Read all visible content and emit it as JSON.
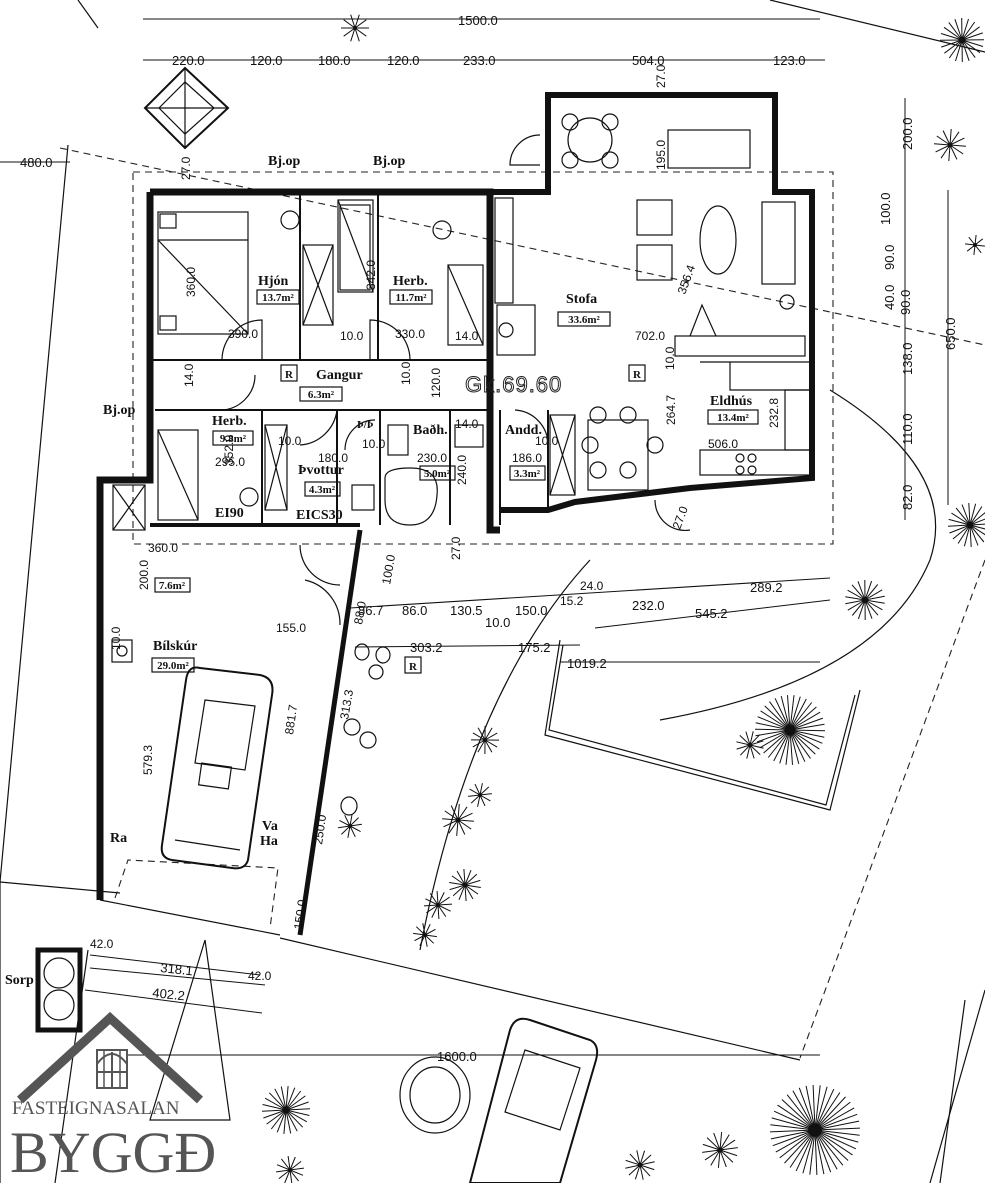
{
  "rooms": {
    "hjon": {
      "name": "Hjón",
      "area": "13.7m²"
    },
    "herb1": {
      "name": "Herb.",
      "area": "11.7m²"
    },
    "stofa": {
      "name": "Stofa",
      "area": "33.6m²"
    },
    "gangur": {
      "name": "Gangur",
      "area": "6.3m²"
    },
    "herb2": {
      "name": "Herb.",
      "area": "9.8m²"
    },
    "bad": {
      "name": "Baðh.",
      "area": "5.0m²"
    },
    "thvottur": {
      "name": "Þvottur",
      "area": "4.3m²"
    },
    "andd": {
      "name": "Andd.",
      "area": "3.3m²"
    },
    "eldhus": {
      "name": "Eldhús",
      "area": "13.4m²"
    },
    "bilskur": {
      "name": "Bílskúr",
      "area": "29.0m²"
    },
    "small": {
      "area": "7.6m²"
    }
  },
  "labels": {
    "bjop_1": "Bj.op",
    "bjop_2": "Bj.op",
    "bjop_3": "Bj.op",
    "ground_level": "Gk.69.60",
    "r_marker": "R",
    "ei90": "EI90",
    "eics30": "EICS30",
    "tp": "Þ/Þ",
    "ra": "Ra",
    "va": "Va",
    "ha": "Ha",
    "sorp": "Sorp"
  },
  "dims": {
    "top_total": "1500.0",
    "top_chain": [
      "220.0",
      "120.0",
      "180.0",
      "120.0",
      "233.0",
      "504.0",
      "123.0"
    ],
    "left_480": "480.0",
    "right_chain": [
      "200.0",
      "100.0",
      "90.0",
      "40.0",
      "90.0",
      "138.0",
      "110.0",
      "82.0"
    ],
    "right_total": "650.0",
    "interior": [
      "27.0",
      "27.0",
      "195.0",
      "360.0",
      "342.0",
      "390.0",
      "330.0",
      "10.0",
      "14.0",
      "14.0",
      "10.0",
      "120.0",
      "702.0",
      "356.4",
      "10.0",
      "264.7",
      "232.8",
      "506.0",
      "352.0",
      "295.0",
      "10.0",
      "180.0",
      "10.0",
      "230.0",
      "14.0",
      "240.0",
      "186.0",
      "10.0",
      "27.0",
      "27.0",
      "360.0",
      "200.0",
      "10.0",
      "155.0",
      "100.0",
      "88.0",
      "579.3",
      "881.7",
      "313.3",
      "250.0",
      "150.0"
    ],
    "site_chain_1": [
      "86.7",
      "86.0",
      "130.5",
      "150.0",
      "15.2",
      "232.0"
    ],
    "site_24": "24.0",
    "site_289": "289.2",
    "site_10": "10.0",
    "site_545": "545.2",
    "site_303": "303.2",
    "site_175": "175.2",
    "site_1019": "1019.2",
    "bottom_42a": "42.0",
    "bottom_318": "318.1",
    "bottom_42b": "42.0",
    "bottom_402": "402.2",
    "bottom_total": "1600.0"
  },
  "logo": {
    "line1": "FASTEIGNASALAN",
    "line2": "BYGGÐ"
  },
  "colors": {
    "ink": "#111111",
    "logo": "#555555"
  }
}
